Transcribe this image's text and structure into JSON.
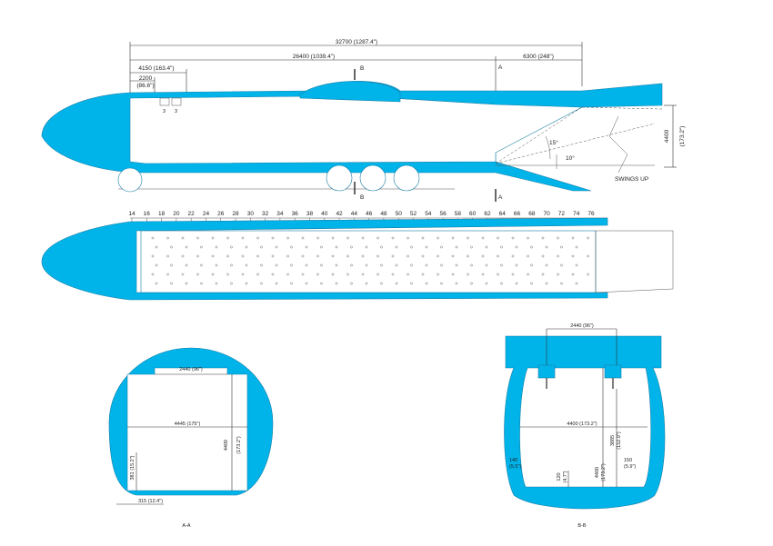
{
  "colors": {
    "accent": "#00b4ea",
    "line": "#333333"
  },
  "side_view": {
    "dim_overall": "32700 (1287.4\")",
    "dim_26400": "26400 (1039.4\")",
    "dim_4150": "4150 (163.4\")",
    "dim_2200": "2200",
    "dim_2200_in": "(86.6\")",
    "dim_6300": "6300 (248\")",
    "dim_4400": "4400",
    "dim_4400_in": "(173.2\")",
    "angle_15": "15°",
    "angle_10": "10°",
    "swings_up": "SWINGS UP",
    "section_a": "A",
    "section_b": "B",
    "door_3a": "3",
    "door_3b": "3"
  },
  "top_view": {
    "frame_numbers": [
      "14",
      "16",
      "18",
      "20",
      "22",
      "24",
      "26",
      "28",
      "30",
      "32",
      "34",
      "36",
      "38",
      "40",
      "42",
      "44",
      "46",
      "48",
      "50",
      "52",
      "54",
      "56",
      "58",
      "60",
      "62",
      "64",
      "66",
      "68",
      "70",
      "72",
      "74",
      "76"
    ]
  },
  "section_aa": {
    "label": "A-A",
    "dim_2440": "2440 (96\")",
    "dim_4445": "4445 (175\")",
    "dim_4400": "4400",
    "dim_4400_in": "(173.2\")",
    "dim_381": "381 (15.2\")",
    "dim_315": "315 (12.4\")"
  },
  "section_bb": {
    "label": "B-B",
    "dim_2440": "2440 (96\")",
    "dim_4400": "4400 (173.2\")",
    "dim_4400v": "4400",
    "dim_4400v_in": "(173.2\")",
    "dim_3885": "3885",
    "dim_3885_in": "(152.9\")",
    "dim_140": "140",
    "dim_140_in": "(5.5\")",
    "dim_120": "120",
    "dim_120_in": "(4.7\")",
    "dim_150": "150",
    "dim_150_in": "(5.9\")"
  }
}
